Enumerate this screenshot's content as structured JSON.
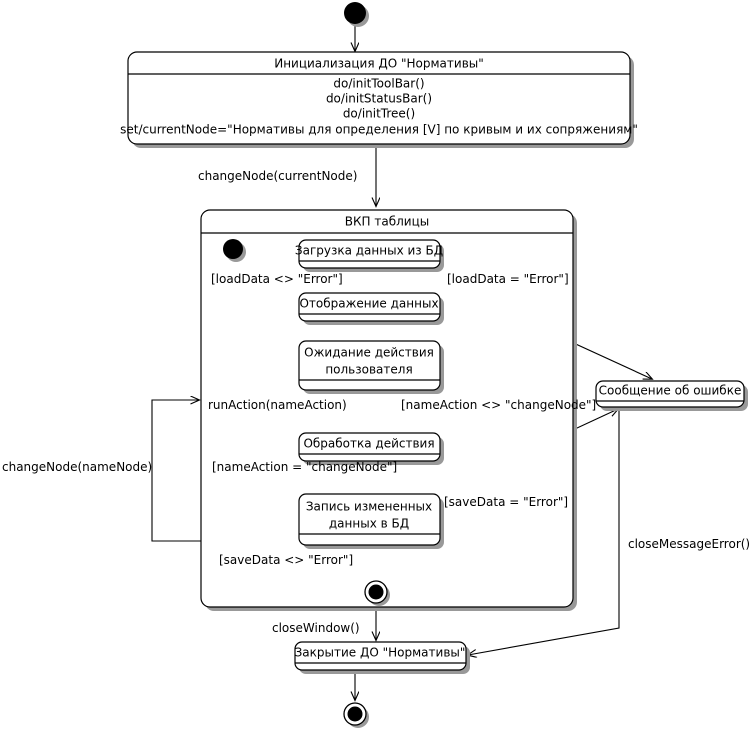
{
  "diagram": {
    "kind": "uml-state-machine-diagram",
    "background_color": "#ffffff",
    "line_color": "#000000",
    "shadow_color": "#999999"
  },
  "states": {
    "initial_start": {
      "name": "initial-pseudostate",
      "label": ""
    },
    "init_do": {
      "title": "Инициализация ДО \"Нормативы\"",
      "actions": [
        "do/initToolBar()",
        "do/initStatusBar()",
        "do/initTree()",
        "set/currentNode=\"Нормативы для определения [V] по кривым и их сопряжениям\""
      ]
    },
    "composite": {
      "title": "ВКП таблицы"
    },
    "load_data": {
      "title": "Загрузка данных из БД"
    },
    "show_data": {
      "title": "Отображение данных"
    },
    "wait_action": {
      "title_line1": "Ожидание действия",
      "title_line2": "пользователя"
    },
    "process_action": {
      "title": "Обработка действия"
    },
    "save_data": {
      "title_line1": "Запись измененных",
      "title_line2": "данных в БД"
    },
    "error_message": {
      "title": "Сообщение об ошибке"
    },
    "close_do": {
      "title": "Закрытие ДО \"Нормативы\""
    },
    "inner_final": {
      "name": "inner-final-state",
      "label": ""
    },
    "outer_final": {
      "name": "outer-final-state",
      "label": ""
    }
  },
  "transitions": {
    "change_node_current": "changeNode(currentNode)",
    "load_ok": "[loadData <> \"Error\"]",
    "load_error": "[loadData = \"Error\"]",
    "run_action": "runAction(nameAction)",
    "name_action_other": "[nameAction <> \"changeNode\"]",
    "name_action_change": "[nameAction = \"changeNode\"]",
    "save_error": "[saveData = \"Error\"]",
    "save_ok": "[saveData <> \"Error\"]",
    "change_node_name": "changeNode(nameNode)",
    "close_window": "closeWindow()",
    "close_message_error": "closeMessageError()"
  }
}
